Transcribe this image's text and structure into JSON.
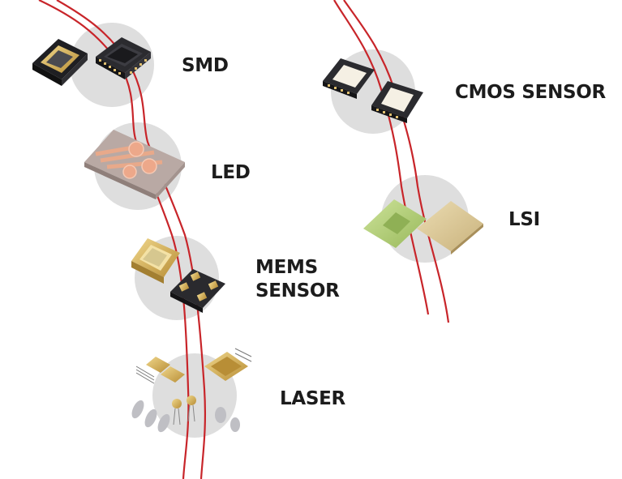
{
  "colors": {
    "wire": "#c8252a",
    "halo": "#dedede",
    "ceramic_dark": "#2a2a2e",
    "gold": "#d9b45a",
    "copper": "#e8a98a",
    "substrate": "#b9a9a4",
    "pcb_green": "#b6d07a",
    "silicon": "#dcc99a"
  },
  "components": [
    {
      "id": "smd",
      "label": "SMD",
      "icon": "smd-package-icon"
    },
    {
      "id": "led",
      "label": "LED",
      "icon": "led-substrate-icon"
    },
    {
      "id": "mems",
      "label_lines": [
        "MEMS",
        "SENSOR"
      ],
      "icon": "mems-package-icon"
    },
    {
      "id": "laser",
      "label": "LASER",
      "icon": "laser-package-icon"
    },
    {
      "id": "cmos",
      "label": "CMOS SENSOR",
      "icon": "cmos-package-icon"
    },
    {
      "id": "lsi",
      "label": "LSI",
      "icon": "lsi-chip-icon"
    }
  ]
}
